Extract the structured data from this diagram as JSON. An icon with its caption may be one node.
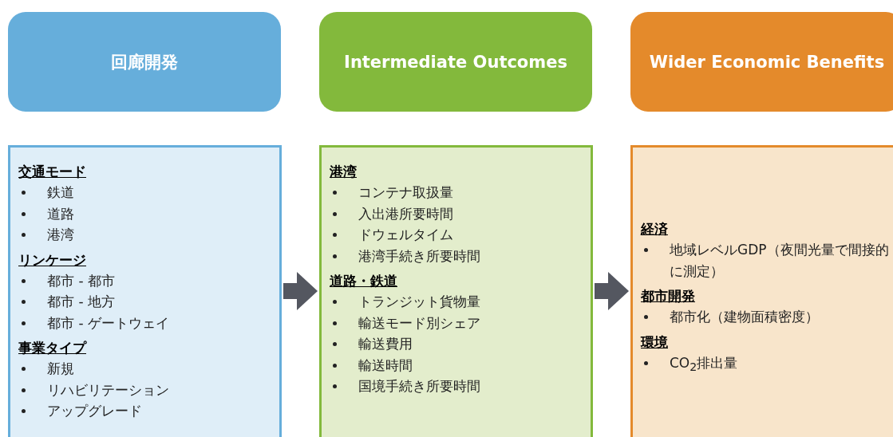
{
  "diagram": {
    "nodes": [
      {
        "text": [
          "回廊開発"
        ]
      },
      {
        "text": [
          "Intermediate Outcomes"
        ]
      },
      {
        "text": [
          "Wider Economic Benefits"
        ]
      },
      {
        "text": [
          "交通モード",
          "鉄道",
          "道路",
          "港湾",
          "リンケージ",
          "都市 - 都市",
          "都市 - 地方",
          "都市 - ゲートウェイ",
          "事業タイプ",
          "新規",
          "リハビリテーション",
          "アップグレード"
        ]
      },
      {
        "text": [
          "港湾",
          "コンテナ取扱量",
          "入出港所要時間",
          "ドウェルタイム",
          "港湾手続き所要時間",
          "道路・鉄道",
          "トランジット貨物量",
          "輸送モード別シェア",
          "輸送費用",
          "輸送時間",
          "国境手続き所要時間"
        ]
      },
      {
        "text": [
          "経済",
          "地域レベルGDP（夜間光量で間接的に測定）",
          "都市開発",
          "都市化（建物面積密度）",
          "環境",
          "CO$_{2}$排出量"
        ]
      }
    ],
    "edges": [
      {
        "from": 3,
        "to": 4,
        "arrow": "to"
      },
      {
        "from": 4,
        "to": 5,
        "arrow": "to"
      }
    ]
  }
}
